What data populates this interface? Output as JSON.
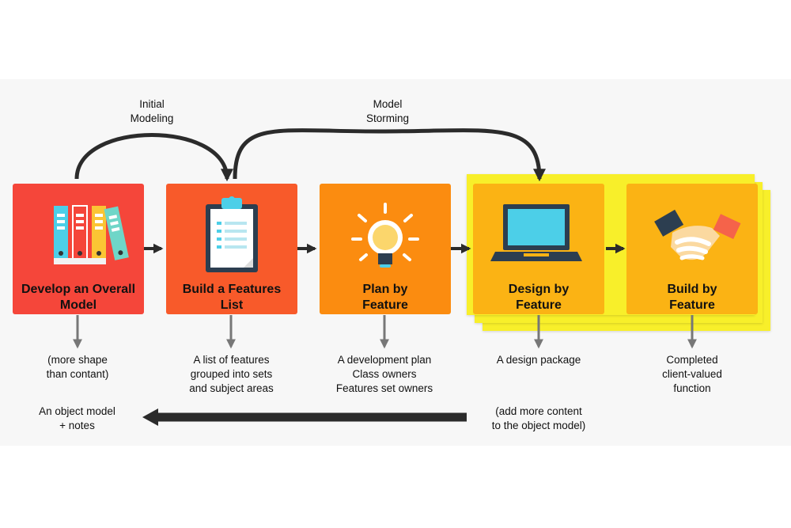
{
  "colors": {
    "box1": "#f5463a",
    "box2": "#f85a2a",
    "box3": "#fb8c10",
    "box4": "#fbb314",
    "box5": "#fbb314",
    "stack_highlight": "#f8ef2a",
    "arrow": "#2b2b2b",
    "connector_gray": "#777777"
  },
  "arcs": {
    "initial_modeling": [
      "Initial",
      "Modeling"
    ],
    "model_storming": [
      "Model",
      "Storming"
    ]
  },
  "steps": [
    {
      "title": [
        "Develop an Overall",
        "Model"
      ],
      "icon": "binders-icon",
      "note": [
        "(more shape",
        "than contant)"
      ]
    },
    {
      "title": [
        "Build a Features",
        "List"
      ],
      "icon": "clipboard-icon",
      "note": [
        "A list of features",
        "grouped into sets",
        "and subject areas"
      ]
    },
    {
      "title": [
        "Plan by",
        "Feature"
      ],
      "icon": "lightbulb-icon",
      "note": [
        "A development plan",
        "Class owners",
        "Features set owners"
      ]
    },
    {
      "title": [
        "Design by",
        "Feature"
      ],
      "icon": "laptop-icon",
      "note": [
        "A design package"
      ]
    },
    {
      "title": [
        "Build by",
        "Feature"
      ],
      "icon": "handshake-icon",
      "note": [
        "Completed",
        "client-valued",
        "function"
      ]
    }
  ],
  "feedback": {
    "source": [
      "(add more content",
      "to the object model)"
    ],
    "target": [
      "An object model",
      "+ notes"
    ]
  }
}
